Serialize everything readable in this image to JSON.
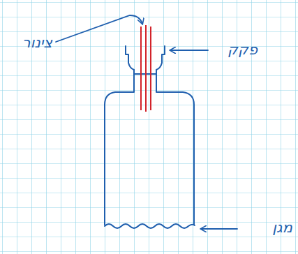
{
  "diagram": {
    "labels": [
      "צינור",
      "פקק",
      "מגן"
    ]
  }
}
